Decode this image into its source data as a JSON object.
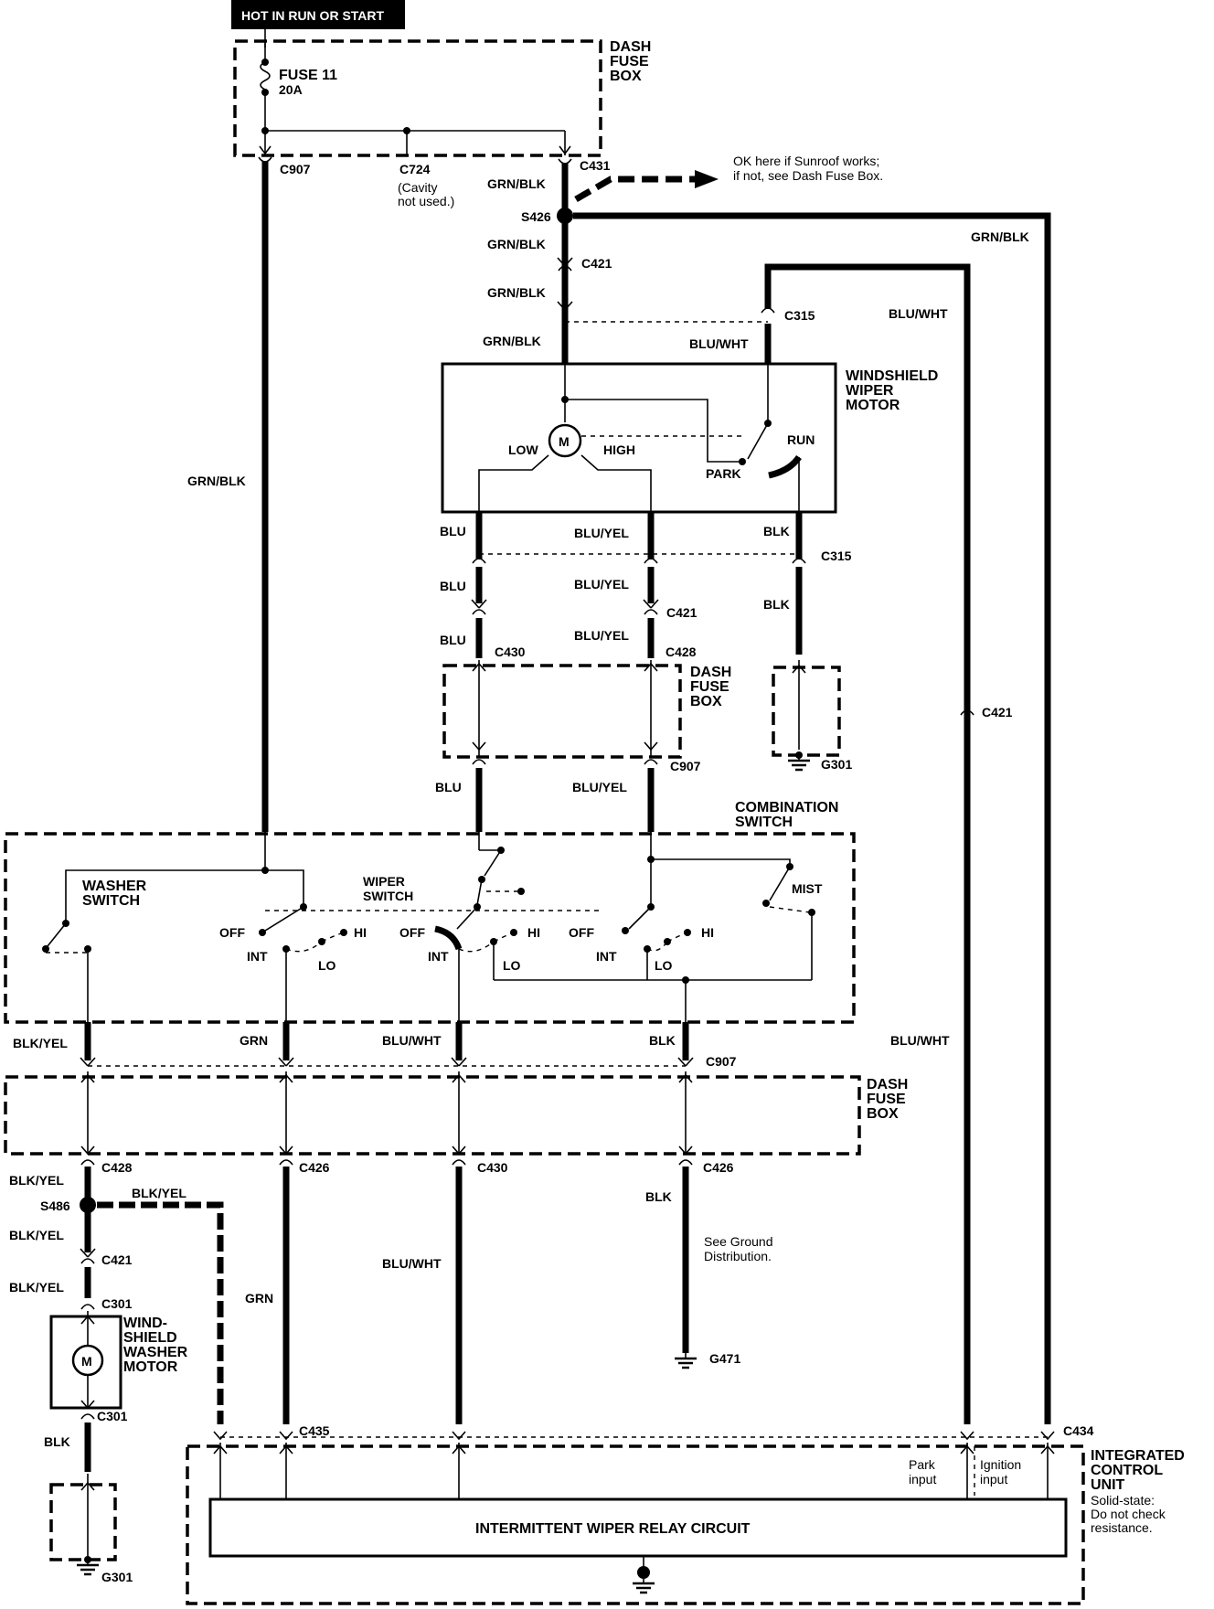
{
  "header": {
    "power_label": "HOT IN RUN OR START"
  },
  "fuse_box_top": {
    "title": [
      "DASH",
      "FUSE",
      "BOX"
    ],
    "fuse_name": "FUSE 11",
    "fuse_rating": "20A"
  },
  "connectors": {
    "c907_a": "C907",
    "c724": "C724",
    "c724_note": [
      "(Cavity",
      "not used.)"
    ],
    "c431": "C431",
    "s426": "S426",
    "c421_a": "C421",
    "c315_a": "C315",
    "c315_b": "C315",
    "c421_b": "C421",
    "c430_a": "C430",
    "c428_a": "C428",
    "c907_b": "C907",
    "g301_a": "G301",
    "c421_c": "C421",
    "c907_c": "C907",
    "c428_b": "C428",
    "c426_a": "C426",
    "c430_b": "C430",
    "c426_b": "C426",
    "s486": "S486",
    "c421_d": "C421",
    "c301_a": "C301",
    "c301_b": "C301",
    "c435": "C435",
    "c434": "C434",
    "g471": "G471",
    "g301_b": "G301"
  },
  "sunroof_note": [
    "OK here if Sunroof works;",
    "if not, see Dash Fuse Box."
  ],
  "wire_colors": {
    "grn_blk": "GRN/BLK",
    "blu_wht": "BLU/WHT",
    "blu": "BLU",
    "blu_yel": "BLU/YEL",
    "blk": "BLK",
    "blk_yel": "BLK/YEL",
    "grn": "GRN"
  },
  "wiper_motor": {
    "title": [
      "WINDSHIELD",
      "WIPER",
      "MOTOR"
    ],
    "motor": "M",
    "low": "LOW",
    "high": "HIGH",
    "park": "PARK",
    "run": "RUN"
  },
  "dash_fuse_box": [
    "DASH",
    "FUSE",
    "BOX"
  ],
  "combination_switch": {
    "title": [
      "COMBINATION",
      "SWITCH"
    ],
    "washer_switch": [
      "WASHER",
      "SWITCH"
    ],
    "wiper_switch": [
      "WIPER",
      "SWITCH"
    ],
    "off": "OFF",
    "int": "INT",
    "lo": "LO",
    "hi": "HI",
    "mist": "MIST"
  },
  "ground_note": [
    "See Ground",
    "Distribution."
  ],
  "washer_motor": {
    "title": [
      "WIND-",
      "SHIELD",
      "WASHER",
      "MOTOR"
    ],
    "motor": "M"
  },
  "control_unit": {
    "title": [
      "INTEGRATED",
      "CONTROL",
      "UNIT"
    ],
    "note": [
      "Solid-state:",
      "Do not check",
      "resistance."
    ],
    "park_input": [
      "Park",
      "input"
    ],
    "ignition_input": [
      "Ignition",
      "input"
    ],
    "relay_circuit": "INTERMITTENT WIPER RELAY CIRCUIT"
  }
}
